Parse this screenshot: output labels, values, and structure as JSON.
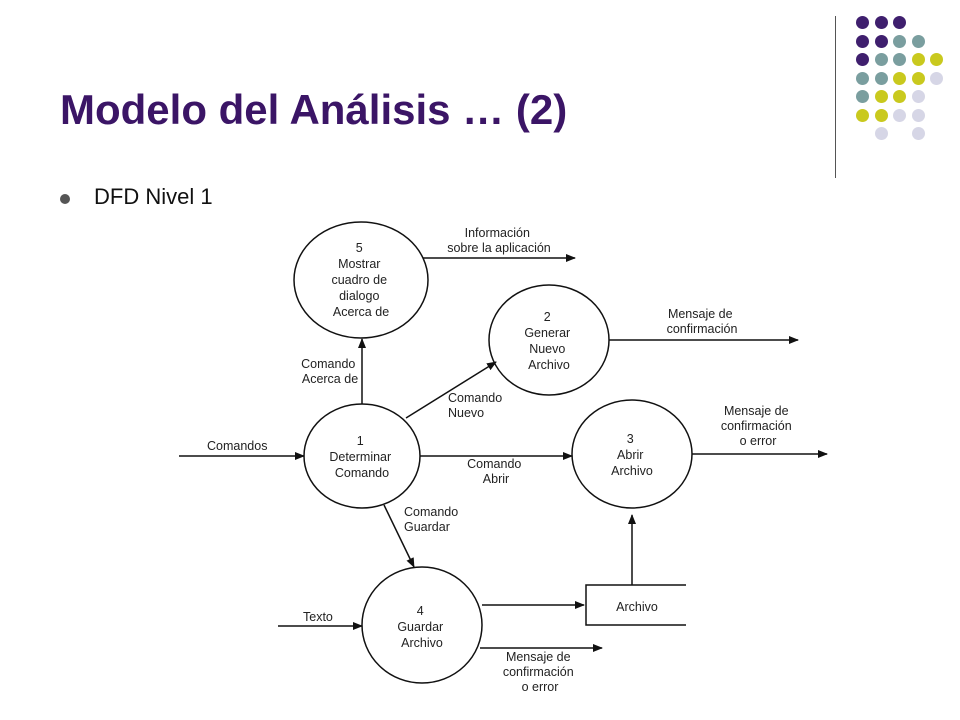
{
  "title": "Modelo del Análisis … (2)",
  "bullets": [
    "DFD Nivel 1"
  ],
  "colors": {
    "title": "#3b1566",
    "dot_purple": "#3f1f6e",
    "dot_teal": "#7a9e9f",
    "dot_yellow": "#c9c91e",
    "dot_lavender": "#d6d6e6"
  },
  "decor_dots": [
    [
      "purple",
      "purple",
      "purple",
      null,
      null
    ],
    [
      "purple",
      "purple",
      "teal",
      "teal",
      null
    ],
    [
      "purple",
      "teal",
      "teal",
      "yellow",
      "yellow"
    ],
    [
      "teal",
      "teal",
      "yellow",
      "yellow",
      "lavender"
    ],
    [
      "teal",
      "yellow",
      "yellow",
      "lavender",
      null
    ],
    [
      "yellow",
      "yellow",
      "lavender",
      "lavender",
      null
    ],
    [
      null,
      "lavender",
      null,
      "lavender",
      null
    ]
  ],
  "diagram": {
    "processes": {
      "p5": [
        "5",
        "Mostrar",
        "cuadro de",
        "dialogo",
        "Acerca de"
      ],
      "p2": [
        "2",
        "Generar",
        "Nuevo",
        "Archivo"
      ],
      "p1": [
        "1",
        "Determinar",
        "Comando"
      ],
      "p3": [
        "3",
        "Abrir",
        "Archivo"
      ],
      "p4": [
        "4",
        "Guardar",
        "Archivo"
      ]
    },
    "store": "Archivo",
    "flows": {
      "info": [
        "Información",
        "sobre la aplicación"
      ],
      "msg2": [
        "Mensaje de",
        "confirmación"
      ],
      "cmd_acerca": [
        "Comando",
        "Acerca de"
      ],
      "cmd_nuevo": [
        "Comando",
        "Nuevo"
      ],
      "comandos": [
        "Comandos"
      ],
      "cmd_abrir": [
        "Comando",
        "Abrir"
      ],
      "msg3": [
        "Mensaje de",
        "confirmación",
        "o error"
      ],
      "cmd_guardar": [
        "Comando",
        "Guardar"
      ],
      "texto": [
        "Texto"
      ],
      "msg4": [
        "Mensaje de",
        "confirmación",
        "o error"
      ]
    }
  }
}
